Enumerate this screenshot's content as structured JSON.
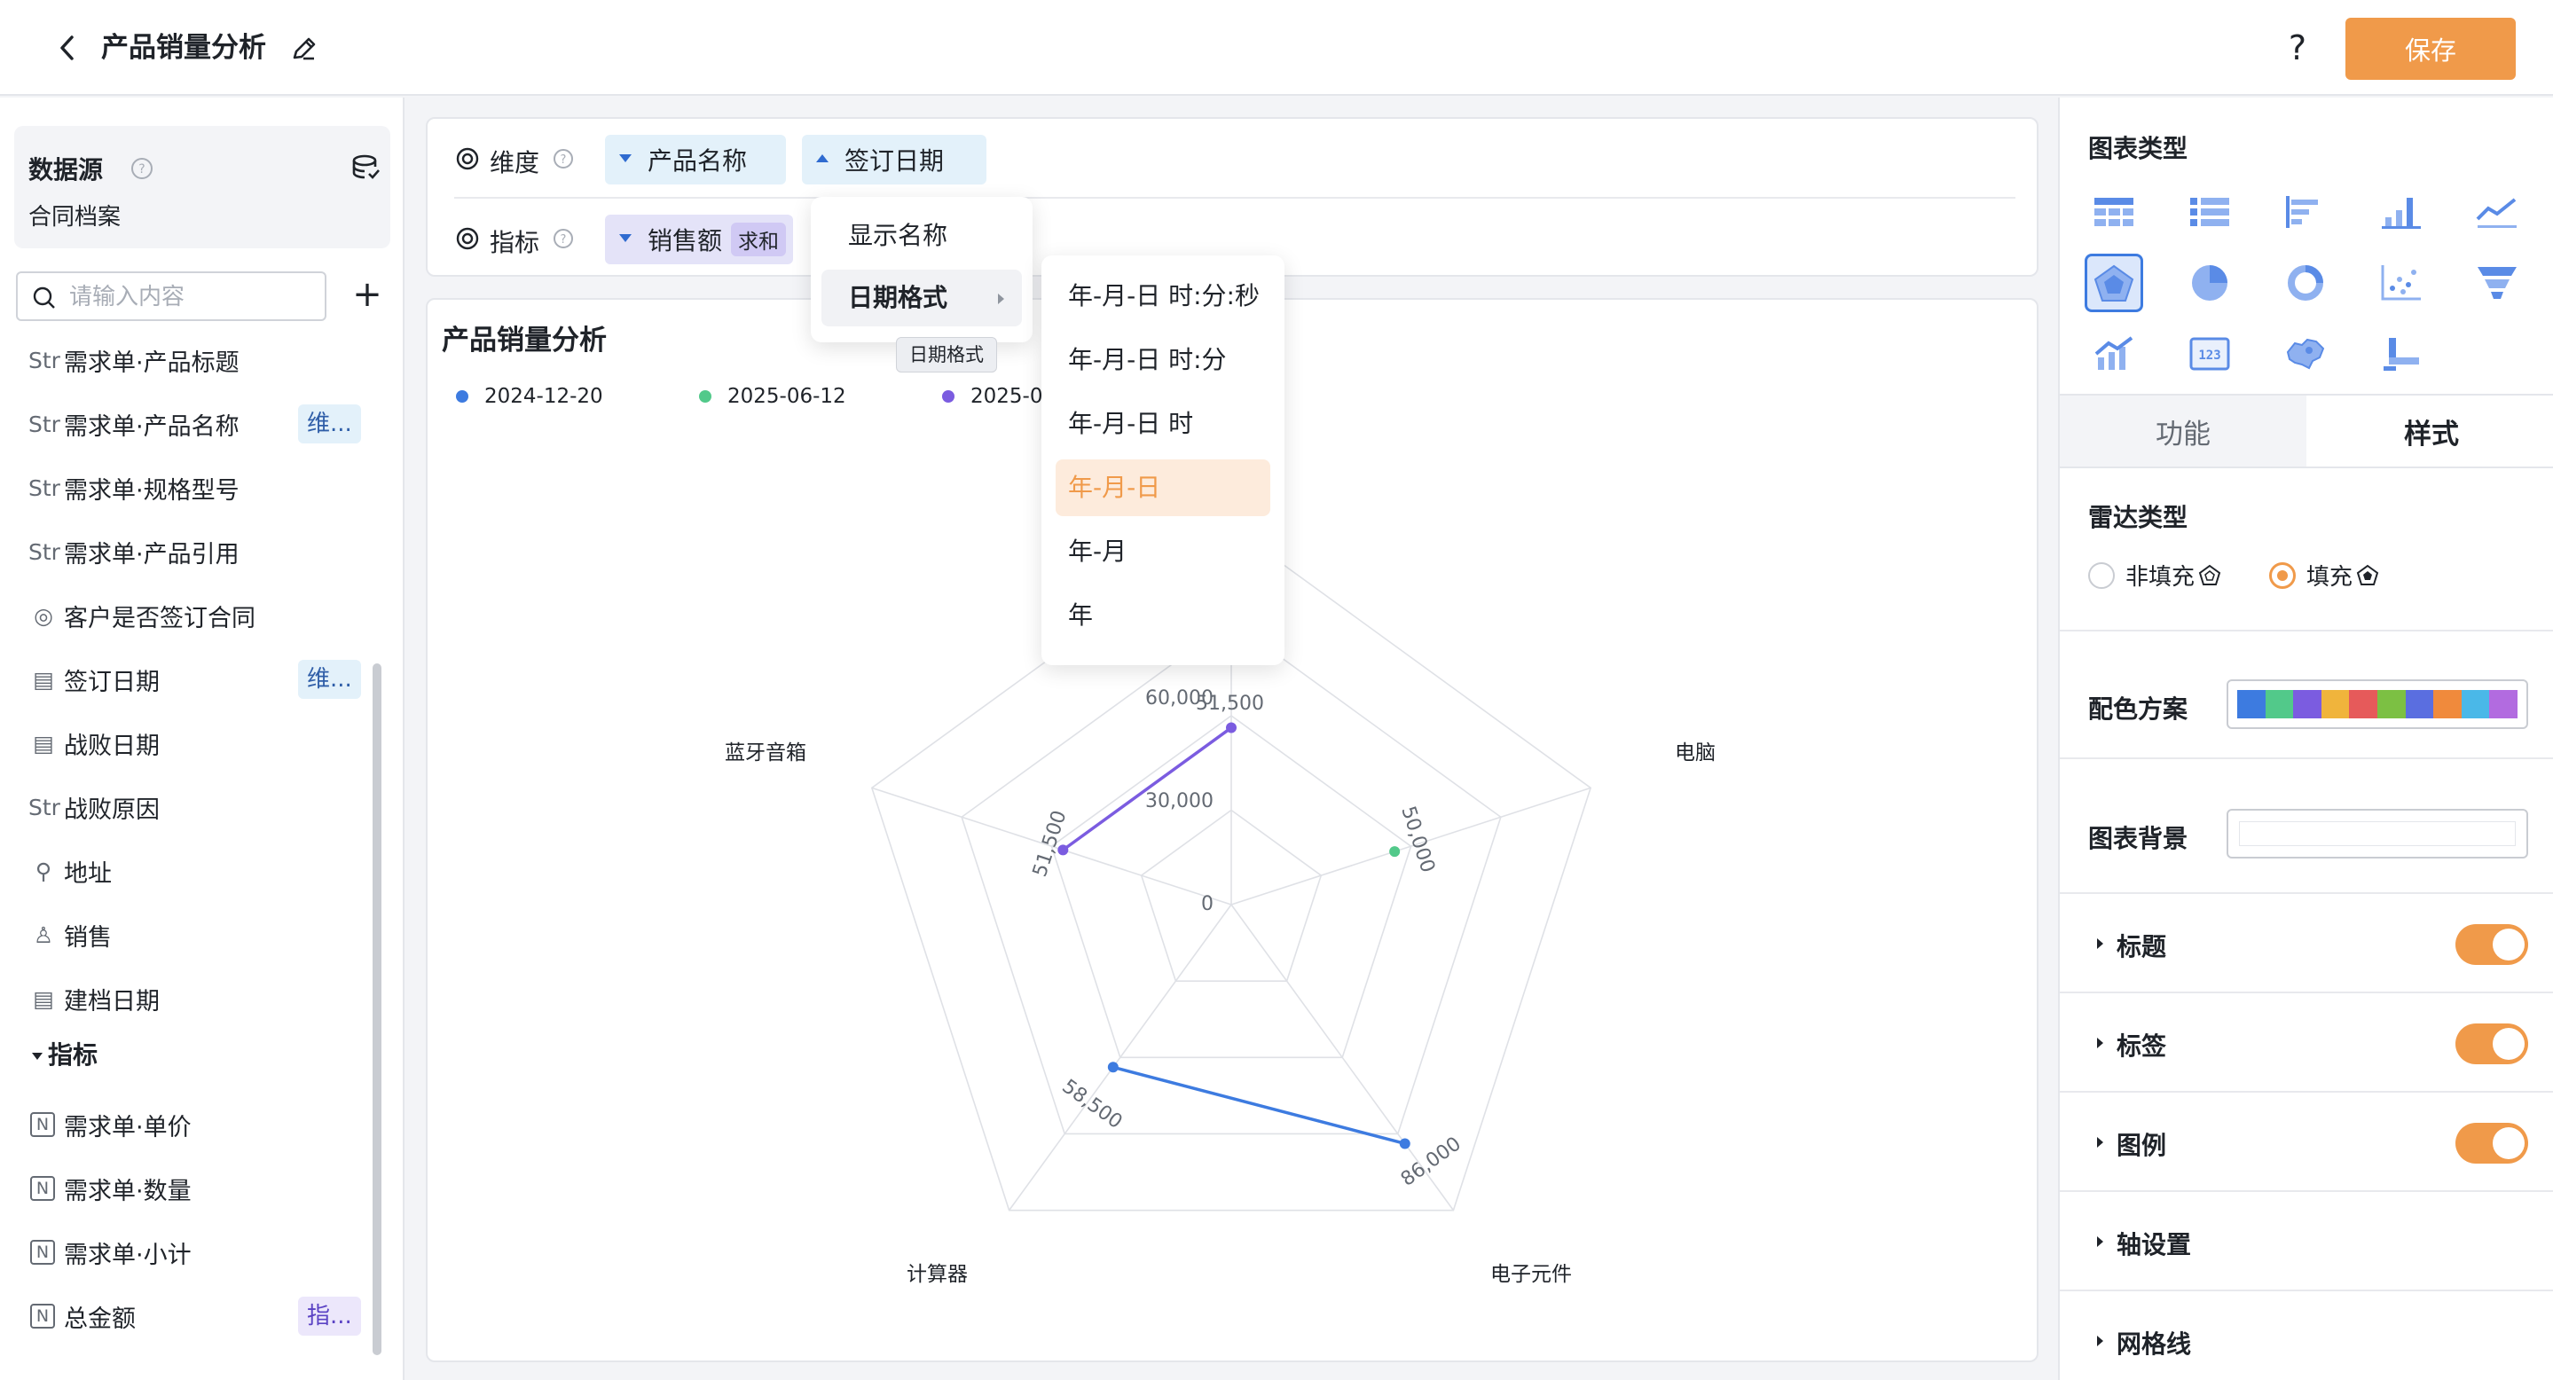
{
  "header": {
    "title": "产品销量分析",
    "help_label": "?",
    "save_label": "保存"
  },
  "left": {
    "datasource_title": "数据源",
    "datasource_name": "合同档案",
    "search_placeholder": "请输入内容",
    "add_label": "+",
    "fields": [
      {
        "type": "Str",
        "label": "需求单·产品标题",
        "badge": ""
      },
      {
        "type": "Str",
        "label": "需求单·产品名称",
        "badge": "维..."
      },
      {
        "type": "Str",
        "label": "需求单·规格型号",
        "badge": ""
      },
      {
        "type": "Str",
        "label": "需求单·产品引用",
        "badge": ""
      },
      {
        "type": "◎",
        "label": "客户是否签订合同",
        "badge": ""
      },
      {
        "type": "▤",
        "label": "签订日期",
        "badge": "维..."
      },
      {
        "type": "▤",
        "label": "战败日期",
        "badge": ""
      },
      {
        "type": "Str",
        "label": "战败原因",
        "badge": ""
      },
      {
        "type": "⚲",
        "label": "地址",
        "badge": ""
      },
      {
        "type": "♙",
        "label": "销售",
        "badge": ""
      },
      {
        "type": "▤",
        "label": "建档日期",
        "badge": ""
      }
    ],
    "indicator_section": "指标",
    "indicators": [
      {
        "type": "N",
        "label": "需求单·单价",
        "badge": ""
      },
      {
        "type": "N",
        "label": "需求单·数量",
        "badge": ""
      },
      {
        "type": "N",
        "label": "需求单·小计",
        "badge": ""
      },
      {
        "type": "N",
        "label": "总金额",
        "badge": "指..."
      }
    ]
  },
  "config": {
    "dimension_label": "维度",
    "dimension_chips": [
      "产品名称",
      "签订日期"
    ],
    "indicator_label": "指标",
    "indicator_chip": "销售额",
    "indicator_agg": "求和"
  },
  "dropdown": {
    "menu_items": [
      "显示名称",
      "日期格式"
    ],
    "tooltip": "日期格式",
    "date_formats": [
      "年-月-日 时:分:秒",
      "年-月-日 时:分",
      "年-月-日 时",
      "年-月-日",
      "年-月",
      "年"
    ],
    "selected_format": "年-月-日"
  },
  "chart_data": {
    "type": "radar",
    "title": "产品销量分析",
    "radar_fill": "filled",
    "categories": [
      "电子元件",
      "计算器",
      "蓝牙音箱",
      "电脑"
    ],
    "axis_ticks": [
      "0",
      "30,000",
      "60,000"
    ],
    "series": [
      {
        "name": "2024-12-20",
        "color": "#3d7be0",
        "points": [
          {
            "category": "电子元件",
            "value": 86000,
            "label": "86,000"
          },
          {
            "category": "计算器",
            "value": 58500,
            "label": "58,500"
          }
        ]
      },
      {
        "name": "2025-06-12",
        "color": "#52c98a",
        "points": [
          {
            "category": "电脑",
            "value": 50000,
            "label": "50,000"
          }
        ]
      },
      {
        "name": "2025-0",
        "color": "#7b5ce0",
        "points": [
          {
            "category": "蓝牙音箱",
            "value": 51500,
            "label": "51,500"
          },
          {
            "category": "",
            "value": 51500,
            "label": "51,500"
          }
        ]
      }
    ]
  },
  "right": {
    "chart_type_title": "图表类型",
    "tabs": [
      "功能",
      "样式"
    ],
    "radar_type_title": "雷达类型",
    "radar_options": [
      "非填充",
      "填充"
    ],
    "palette_title": "配色方案",
    "palette_colors": [
      "#3d7be0",
      "#52c98a",
      "#7b5ce0",
      "#f0b43c",
      "#e65a5a",
      "#7cc043",
      "#5a6ee0",
      "#f08a3c",
      "#4ab8e8",
      "#b26be0"
    ],
    "background_title": "图表背景",
    "sections": [
      {
        "label": "标题",
        "toggle": true
      },
      {
        "label": "标签",
        "toggle": true
      },
      {
        "label": "图例",
        "toggle": true
      },
      {
        "label": "轴设置",
        "toggle": false
      },
      {
        "label": "网格线",
        "toggle": false
      }
    ]
  }
}
